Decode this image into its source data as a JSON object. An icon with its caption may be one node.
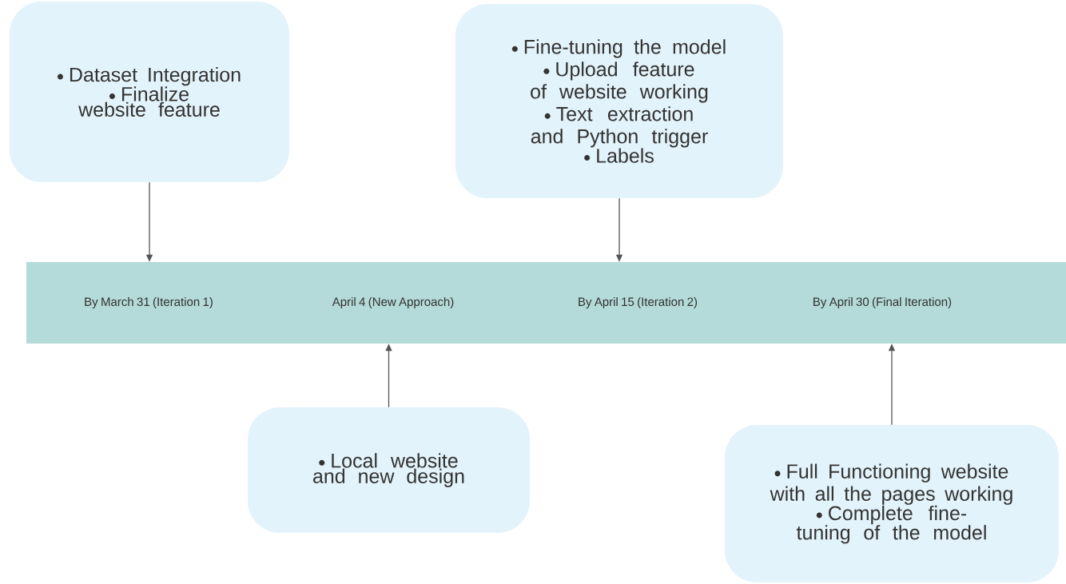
{
  "diagram": {
    "nodes": [
      {
        "text": [
          "Dataset Integration",
          "Finalize website feature"
        ]
      },
      {
        "text": [
          "Fine-tuning the model",
          "Upload feature of website working",
          "Text extraction and Python trigger",
          "Labels"
        ]
      },
      {
        "text": [
          "By March 31 (Iteration 1)",
          "April 4 (New Approach)",
          "By April 15 (Iteration 2)",
          "By April 30 (Final Iteration)"
        ]
      },
      {
        "text": [
          "Local website and new design"
        ]
      },
      {
        "text": [
          "Full Functioning website with all the pages working",
          "Complete fine-tuning of the model"
        ]
      }
    ],
    "edges": [
      {
        "from": 0,
        "to": 2,
        "arrow": "to"
      },
      {
        "from": 1,
        "to": 2,
        "arrow": "to"
      },
      {
        "from": 3,
        "to": 2,
        "arrow": "to"
      },
      {
        "from": 4,
        "to": 2,
        "arrow": "to"
      }
    ]
  }
}
